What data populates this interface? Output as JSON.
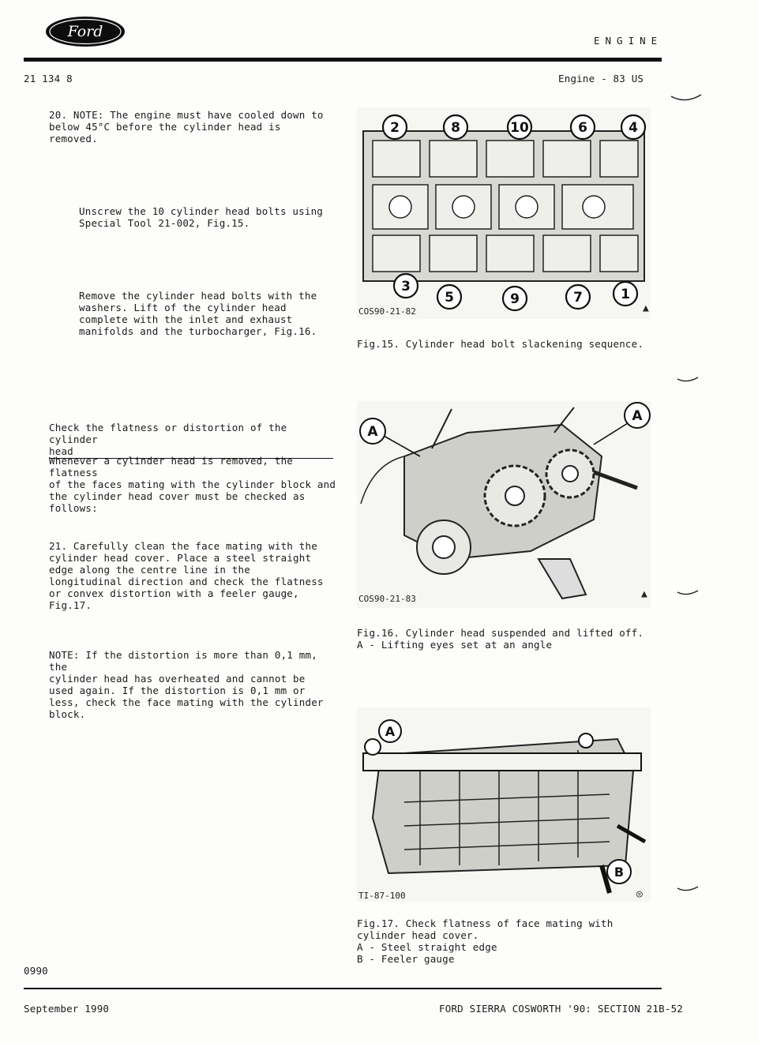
{
  "header": {
    "logo_text": "Ford",
    "section": "ENGINE",
    "doc_number": "21 134 8",
    "subtitle": "Engine - 83 US"
  },
  "body": {
    "step20": "20. NOTE: The engine must have cooled down to\n    below 45°C before the cylinder head is\n    removed.",
    "unscrew": "Unscrew the 10 cylinder head bolts using\nSpecial Tool 21-002, Fig.15.",
    "remove": "Remove the cylinder head bolts with the\nwashers.  Lift of the cylinder head\ncomplete with the inlet and exhaust\nmanifolds and the turbocharger, Fig.16.",
    "check_heading": "Check the flatness or distortion of the cylinder\nhead",
    "whenever": "Whenever a cylinder head is removed, the flatness\nof the faces mating with the cylinder block and\nthe cylinder head cover must be checked as\nfollows:",
    "step21": "21. Carefully clean the face mating with the\n    cylinder head cover.  Place a steel straight\n    edge along the centre line in the\n    longitudinal direction and check the flatness\n    or convex distortion with a feeler gauge,\n    Fig.17.",
    "note": "NOTE: If the distortion is more than 0,1 mm, the\n    cylinder head has overheated and cannot be\n    used again.  If the distortion is 0,1 mm or\n    less, check the face mating with the cylinder\n    block."
  },
  "figures": [
    {
      "ref": "COS90-21-82",
      "bolt_labels_top": [
        "2",
        "8",
        "10",
        "6",
        "4"
      ],
      "bolt_labels_bottom": [
        "3",
        "5",
        "9",
        "7",
        "1"
      ],
      "caption": "Fig.15. Cylinder head bolt slackening sequence."
    },
    {
      "ref": "COS90-21-83",
      "callouts": [
        "A",
        "A"
      ],
      "caption": "Fig.16. Cylinder head suspended and lifted off.\n        A - Lifting eyes set at an angle"
    },
    {
      "ref": "TI-87-100",
      "callouts": [
        "A",
        "B"
      ],
      "caption": "Fig.17. Check flatness of face mating with\n        cylinder head cover.\n        A - Steel straight edge\n        B - Feeler gauge"
    }
  ],
  "footer": {
    "page_code": "0990",
    "date": "September 1990",
    "manual": "FORD SIERRA COSWORTH '90: SECTION 21B-52"
  }
}
